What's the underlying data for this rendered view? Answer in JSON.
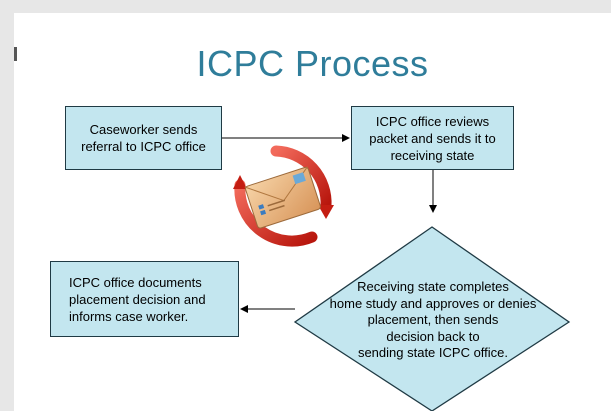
{
  "title": "ICPC Process",
  "boxes": {
    "referral": "Caseworker sends referral to ICPC office",
    "review": "ICPC office reviews packet and sends it to receiving state",
    "document": "ICPC office documents placement decision and informs case worker."
  },
  "diamond": {
    "lines": [
      "Receiving state completes",
      "home study and approves or denies",
      "placement, then sends",
      "decision back to",
      "sending state ICPC office."
    ]
  },
  "colors": {
    "title": "#2f7d9a",
    "box_fill": "#c3e6ef",
    "box_border": "#1f3a44",
    "arrow_red": "#d62a1e",
    "envelope": "#e8b27a"
  },
  "icons": [
    "envelope-cycle-icon"
  ]
}
